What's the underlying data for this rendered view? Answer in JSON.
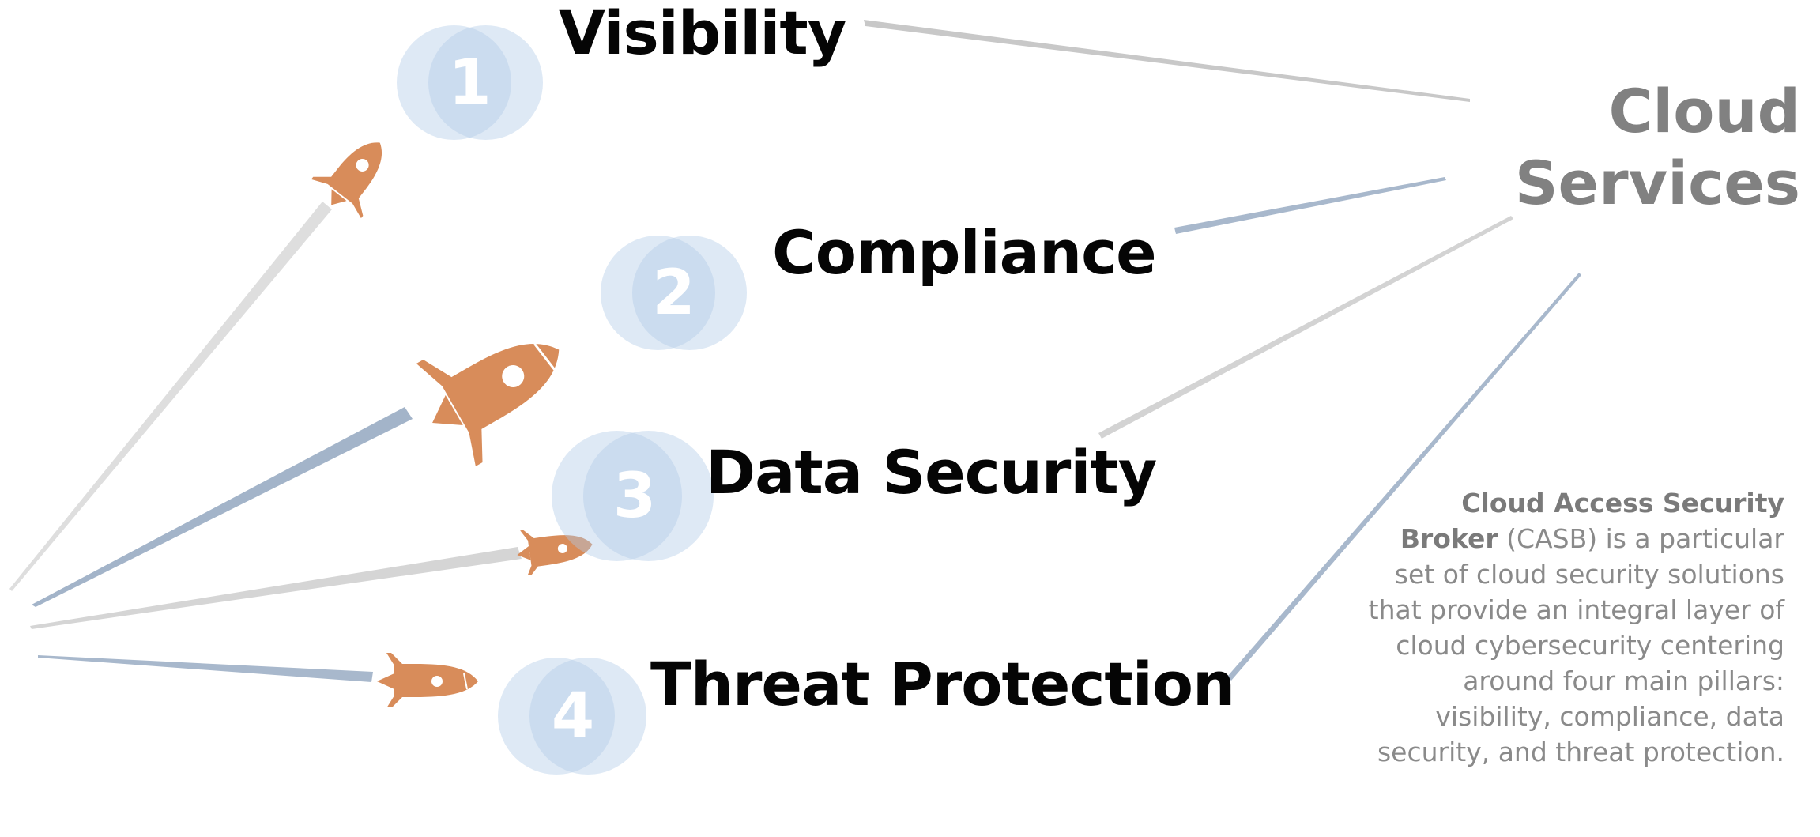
{
  "pillars": [
    {
      "number": "1",
      "title": "Visibility"
    },
    {
      "number": "2",
      "title": "Compliance"
    },
    {
      "number": "3",
      "title": "Data Security"
    },
    {
      "number": "4",
      "title": "Threat Protection"
    }
  ],
  "cloud_services": {
    "line1": "Cloud",
    "line2": "Services"
  },
  "description": {
    "bold": "Cloud Access Security Broker",
    "rest": " (CASB) is a particular set of cloud security solutions that provide an integral layer of cloud cybersecurity centering around four main pillars: visibility, compliance, data security, and threat protection."
  },
  "colors": {
    "title": "#050505",
    "cloud_text": "#818181",
    "body_text": "#8a8a8a",
    "circle_fill": "#b0cae8",
    "rocket": "#d88c5a",
    "trail_gray": "#d9d9d9",
    "trail_blue": "#a8b8cc"
  },
  "icons": [
    "rocket-icon"
  ]
}
